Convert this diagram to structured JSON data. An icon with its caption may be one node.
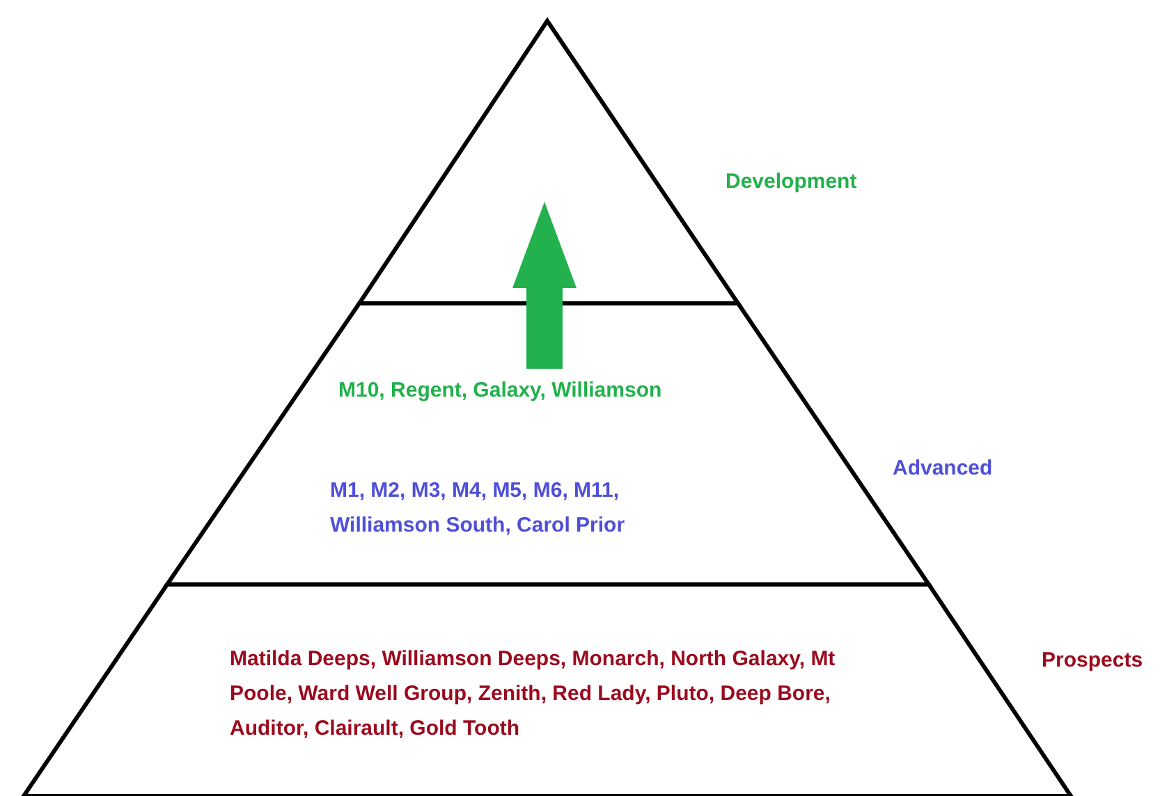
{
  "diagram": {
    "nodes": [
      {
        "text": [],
        "shape": "triangle",
        "beside": [
          "Development"
        ]
      },
      {
        "text": [
          "M10, Regent, Galaxy, Williamson",
          "M1, M2, M3, M4, M5, M6, M11, Williamson South, Carol Prior"
        ],
        "beside": [
          "Advanced"
        ]
      },
      {
        "text": [
          "Matilda Deeps, Williamson Deeps, Monarch, North Galaxy, Mt Poole, Ward Well Group, Zenith, Red Lady, Pluto, Deep Bore, Auditor, Clairault, Gold Tooth"
        ],
        "beside": [
          "Prospects"
        ]
      }
    ],
    "edges": [
      {
        "from": 1,
        "to": 0,
        "arrow": "to",
        "color": "#22b14c"
      }
    ]
  }
}
